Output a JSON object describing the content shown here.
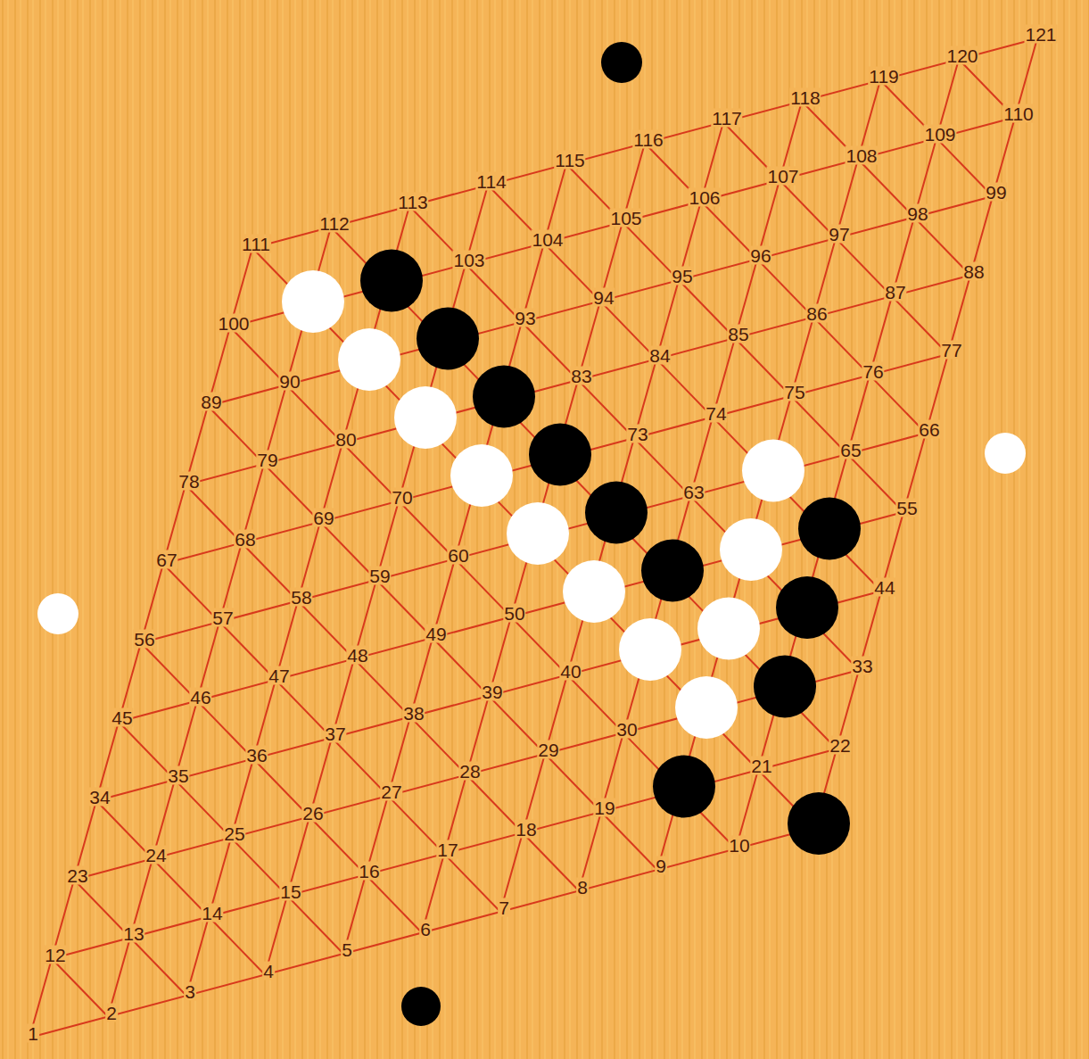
{
  "diagram": {
    "labels": [
      "1",
      "2",
      "3",
      "4",
      "5",
      "6",
      "7",
      "8",
      "9",
      "10",
      "12",
      "13",
      "14",
      "15",
      "16",
      "17",
      "18",
      "19",
      "21",
      "22",
      "23",
      "24",
      "25",
      "26",
      "27",
      "28",
      "29",
      "30",
      "33",
      "34",
      "35",
      "36",
      "37",
      "38",
      "39",
      "40",
      "44",
      "45",
      "46",
      "47",
      "48",
      "49",
      "50",
      "55",
      "56",
      "57",
      "58",
      "59",
      "60",
      "63",
      "65",
      "66",
      "67",
      "68",
      "69",
      "70",
      "73",
      "74",
      "75",
      "76",
      "77",
      "78",
      "79",
      "80",
      "83",
      "84",
      "85",
      "86",
      "87",
      "88",
      "89",
      "90",
      "93",
      "94",
      "95",
      "96",
      "97",
      "98",
      "99",
      "100",
      "103",
      "104",
      "105",
      "106",
      "107",
      "108",
      "109",
      "110",
      "111",
      "112",
      "113",
      "114",
      "115",
      "116",
      "117",
      "118",
      "119",
      "120",
      "121"
    ]
  }
}
